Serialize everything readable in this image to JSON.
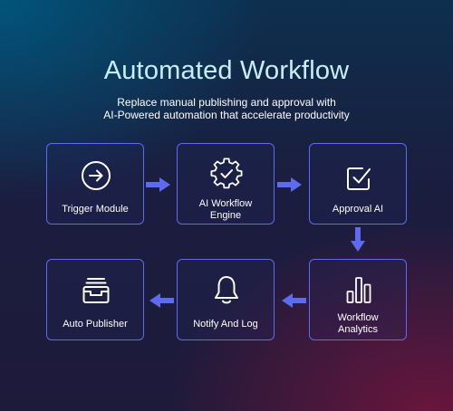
{
  "header": {
    "title": "Automated Workflow",
    "subtitle_line1": "Replace manual publishing and approval with",
    "subtitle_line2": "AI-Powered automation that accelerate productivity"
  },
  "steps": [
    {
      "label": "Trigger Module",
      "icon": "arrow-right-circle-icon"
    },
    {
      "label_line1": "AI Workflow",
      "label_line2": "Engine",
      "icon": "gear-check-icon"
    },
    {
      "label": "Approval AI",
      "icon": "checkbox-icon"
    },
    {
      "label_line1": "Workflow",
      "label_line2": "Analytics",
      "icon": "bar-chart-icon"
    },
    {
      "label": "Notify And Log",
      "icon": "bell-icon"
    },
    {
      "label": "Auto Publisher",
      "icon": "archive-box-icon"
    }
  ],
  "colors": {
    "accent": "#5c6bf0",
    "title": "#c8eef5",
    "text": "#ffffff"
  }
}
